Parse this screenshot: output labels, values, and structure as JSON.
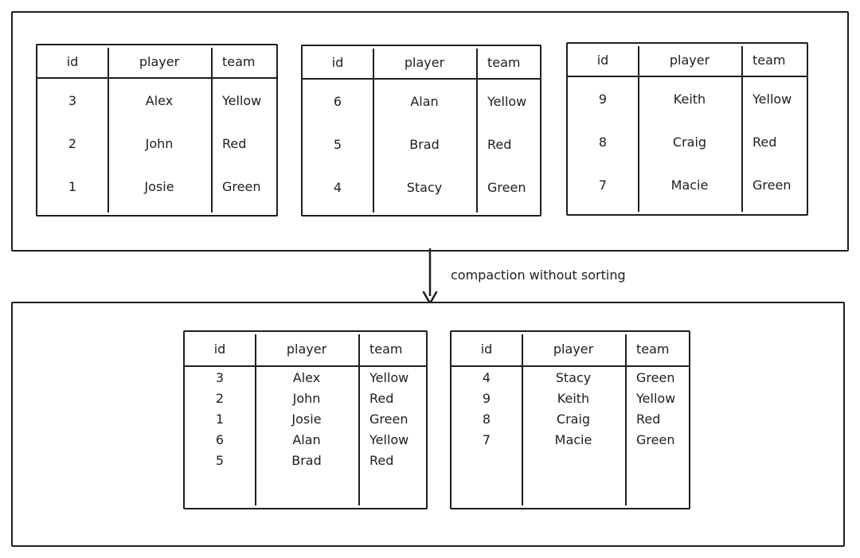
{
  "diagram": {
    "arrow_label": "compaction without sorting",
    "columns": [
      "id",
      "player",
      "team"
    ],
    "colors": {
      "stroke": "#1e1e1e",
      "background": "#ffffff"
    },
    "top_tables": [
      {
        "rows": [
          [
            "3",
            "Alex",
            "Yellow"
          ],
          [
            "2",
            "John",
            "Red"
          ],
          [
            "1",
            "Josie",
            "Green"
          ]
        ]
      },
      {
        "rows": [
          [
            "6",
            "Alan",
            "Yellow"
          ],
          [
            "5",
            "Brad",
            "Red"
          ],
          [
            "4",
            "Stacy",
            "Green"
          ]
        ]
      },
      {
        "rows": [
          [
            "9",
            "Keith",
            "Yellow"
          ],
          [
            "8",
            "Craig",
            "Red"
          ],
          [
            "7",
            "Macie",
            "Green"
          ]
        ]
      }
    ],
    "bottom_tables": [
      {
        "rows": [
          [
            "3",
            "Alex",
            "Yellow"
          ],
          [
            "2",
            "John",
            "Red"
          ],
          [
            "1",
            "Josie",
            "Green"
          ],
          [
            "6",
            "Alan",
            "Yellow"
          ],
          [
            "5",
            "Brad",
            "Red"
          ]
        ]
      },
      {
        "rows": [
          [
            "4",
            "Stacy",
            "Green"
          ],
          [
            "9",
            "Keith",
            "Yellow"
          ],
          [
            "8",
            "Craig",
            "Red"
          ],
          [
            "7",
            "Macie",
            "Green"
          ]
        ]
      }
    ]
  }
}
